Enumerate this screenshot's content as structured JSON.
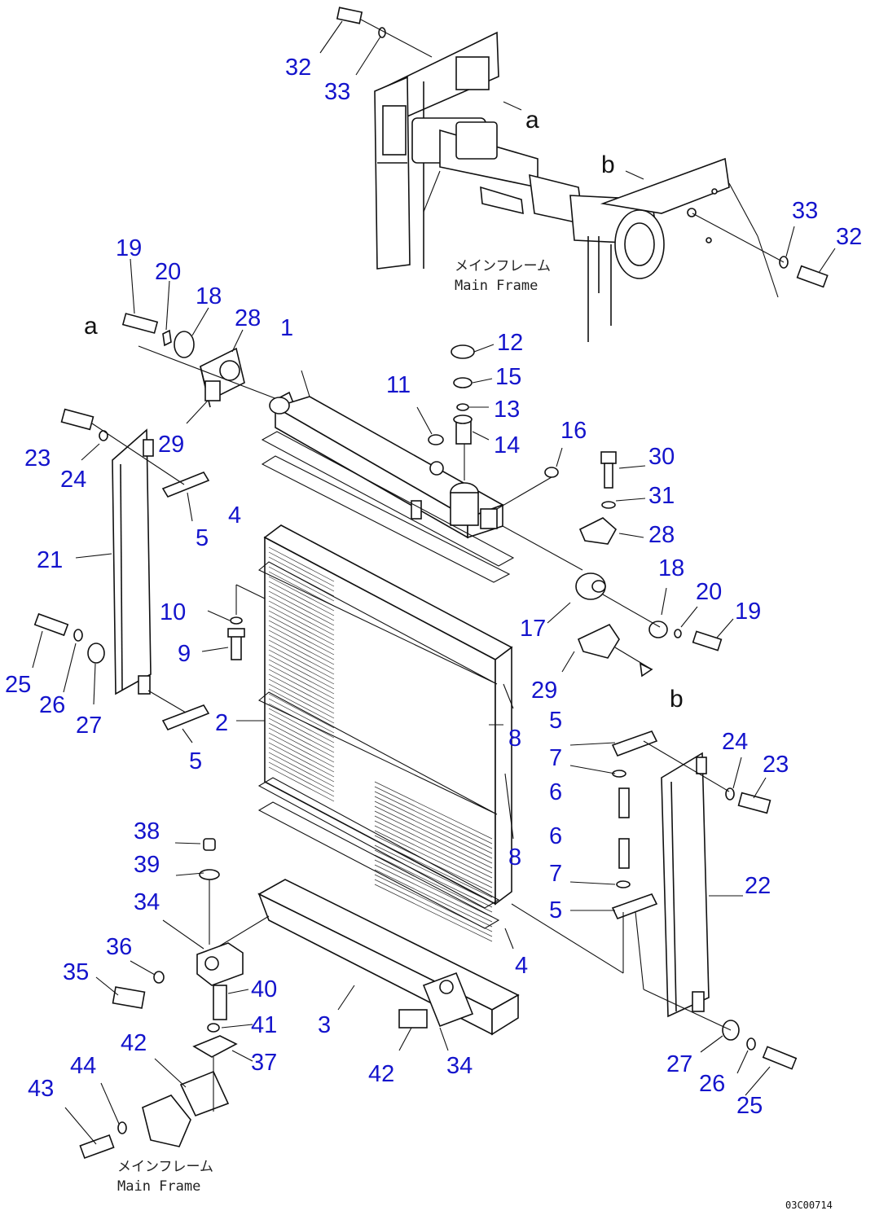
{
  "labels": [
    {
      "text": "32"
    },
    {
      "text": "33"
    },
    {
      "text": "33"
    },
    {
      "text": "32"
    },
    {
      "text": "19"
    },
    {
      "text": "20"
    },
    {
      "text": "18"
    },
    {
      "text": "28"
    },
    {
      "text": "1"
    },
    {
      "text": "29"
    },
    {
      "text": "23"
    },
    {
      "text": "24"
    },
    {
      "text": "5"
    },
    {
      "text": "4"
    },
    {
      "text": "21"
    },
    {
      "text": "10"
    },
    {
      "text": "9"
    },
    {
      "text": "25"
    },
    {
      "text": "26"
    },
    {
      "text": "27"
    },
    {
      "text": "5"
    },
    {
      "text": "2"
    },
    {
      "text": "11"
    },
    {
      "text": "12"
    },
    {
      "text": "15"
    },
    {
      "text": "13"
    },
    {
      "text": "14"
    },
    {
      "text": "16"
    },
    {
      "text": "30"
    },
    {
      "text": "31"
    },
    {
      "text": "28"
    },
    {
      "text": "18"
    },
    {
      "text": "20"
    },
    {
      "text": "19"
    },
    {
      "text": "17"
    },
    {
      "text": "29"
    },
    {
      "text": "8"
    },
    {
      "text": "5"
    },
    {
      "text": "7"
    },
    {
      "text": "6"
    },
    {
      "text": "6"
    },
    {
      "text": "7"
    },
    {
      "text": "5"
    },
    {
      "text": "8"
    },
    {
      "text": "24"
    },
    {
      "text": "23"
    },
    {
      "text": "22"
    },
    {
      "text": "4"
    },
    {
      "text": "38"
    },
    {
      "text": "39"
    },
    {
      "text": "34"
    },
    {
      "text": "36"
    },
    {
      "text": "35"
    },
    {
      "text": "40"
    },
    {
      "text": "41"
    },
    {
      "text": "42"
    },
    {
      "text": "37"
    },
    {
      "text": "3"
    },
    {
      "text": "42"
    },
    {
      "text": "34"
    },
    {
      "text": "44"
    },
    {
      "text": "43"
    },
    {
      "text": "27"
    },
    {
      "text": "26"
    },
    {
      "text": "25"
    }
  ],
  "notes": {
    "main_frame_top_jp": "メインフレーム",
    "main_frame_top_en": "Main Frame",
    "main_frame_bottom_jp": "メインフレーム",
    "main_frame_bottom_en": "Main Frame"
  },
  "letters": {
    "a_top": "a",
    "b_top": "b",
    "a_left": "a",
    "b_right": "b"
  },
  "drawing_code": "03C00714"
}
